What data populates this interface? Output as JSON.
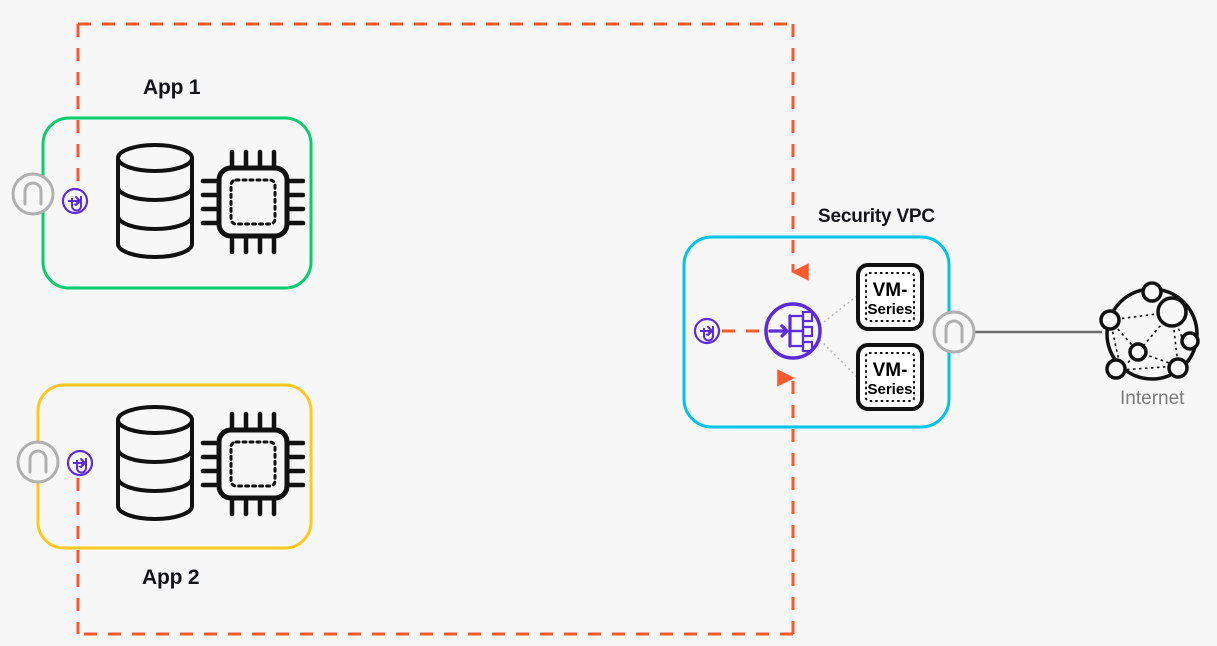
{
  "diagram": {
    "title_app1": "App 1",
    "title_app2": "App 2",
    "title_security_vpc": "Security VPC",
    "label_internet": "Internet",
    "vm_line1": "VM-",
    "vm_line2": "Series",
    "vm_box_1": {
      "line1": "VM-",
      "line2": "Series"
    },
    "vm_box_2": {
      "line1": "VM-",
      "line2": "Series"
    }
  },
  "colors": {
    "background": "#f7f7f7",
    "app1_border": "#06CE6F",
    "app2_border": "#FFC81E",
    "security_vpc_border": "#00C3EC",
    "traffic_path": "#FA582D",
    "gateway_purple": "#5B2CD9",
    "gateway_gray": "#B0B0B0",
    "icon_black": "#111111",
    "connector_gray": "#6b6b6b",
    "dotted_gray": "#B8B8B8",
    "internet_label": "#7c7c7c",
    "text": "#13151a"
  },
  "icons": {
    "app1_vpn_gateway": "gateway-icon",
    "app1_service_endpoint": "service-endpoint-icon",
    "app2_vpn_gateway": "gateway-icon",
    "app2_service_endpoint": "service-endpoint-icon",
    "app1_database": "database-icon",
    "app1_compute": "cpu-chip-icon",
    "app2_database": "database-icon",
    "app2_compute": "cpu-chip-icon",
    "vpc_service_endpoint": "service-endpoint-icon",
    "vpc_load_balancer": "load-balancer-icon",
    "vpc_internet_gateway": "gateway-icon",
    "internet": "internet-cloud-icon"
  }
}
